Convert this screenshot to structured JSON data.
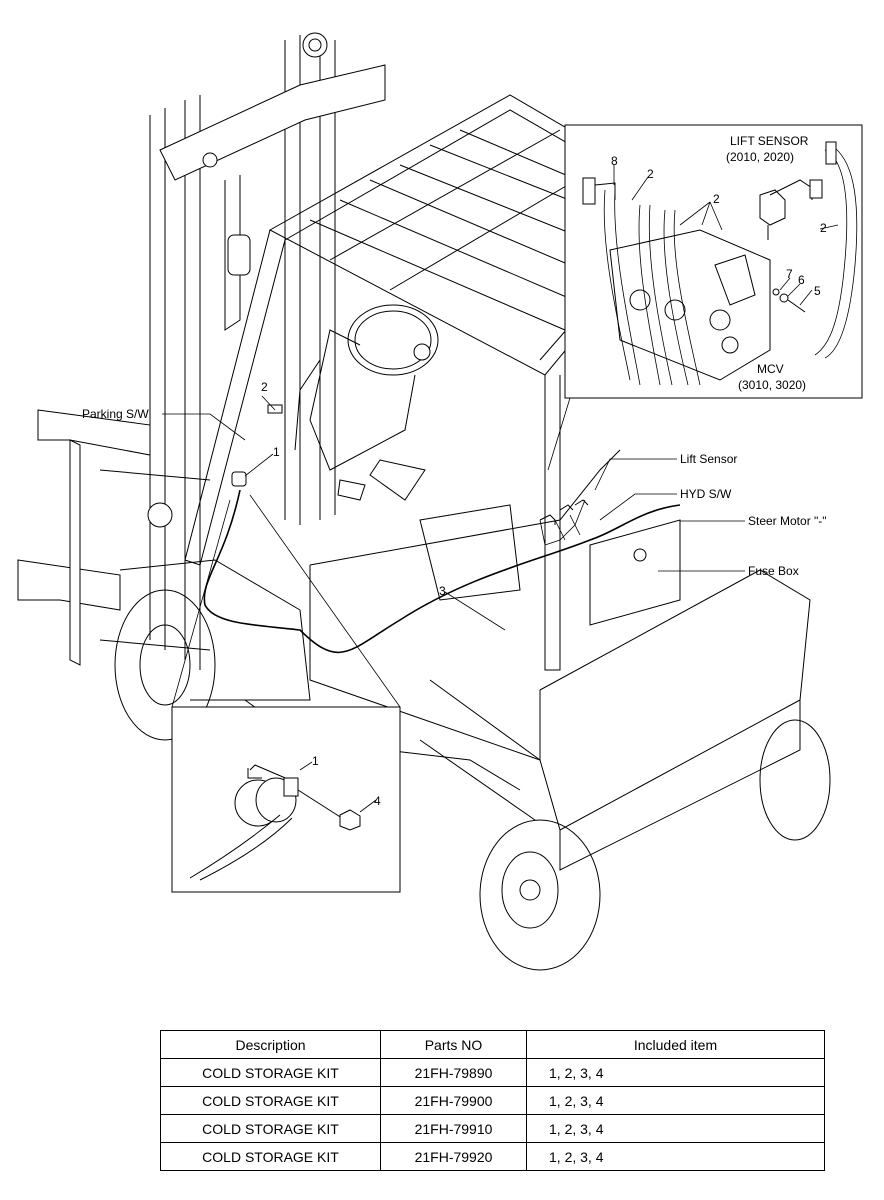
{
  "callouts": {
    "parking_sw": "Parking S/W",
    "lift_sensor": "Lift Sensor",
    "hyd_sw": "HYD S/W",
    "steer_motor": "Steer Motor \"-\"",
    "fuse_box": "Fuse Box",
    "num_1": "1",
    "num_2": "2",
    "num_3": "3",
    "num_4": "4",
    "num_5": "5",
    "num_6": "6",
    "num_7": "7",
    "num_8": "8"
  },
  "inset_top": {
    "lift_sensor_title": "LIFT SENSOR",
    "lift_sensor_models": "(2010, 2020)",
    "mcv_title": "MCV",
    "mcv_models": "(3010, 3020)"
  },
  "table": {
    "headers": [
      "Description",
      "Parts NO",
      "Included item"
    ],
    "rows": [
      {
        "description": "COLD STORAGE KIT",
        "parts_no": "21FH-79890",
        "included": "1, 2, 3, 4"
      },
      {
        "description": "COLD STORAGE KIT",
        "parts_no": "21FH-79900",
        "included": "1, 2, 3, 4"
      },
      {
        "description": "COLD STORAGE KIT",
        "parts_no": "21FH-79910",
        "included": "1, 2, 3, 4"
      },
      {
        "description": "COLD STORAGE KIT",
        "parts_no": "21FH-79920",
        "included": "1, 2, 3, 4"
      }
    ]
  }
}
